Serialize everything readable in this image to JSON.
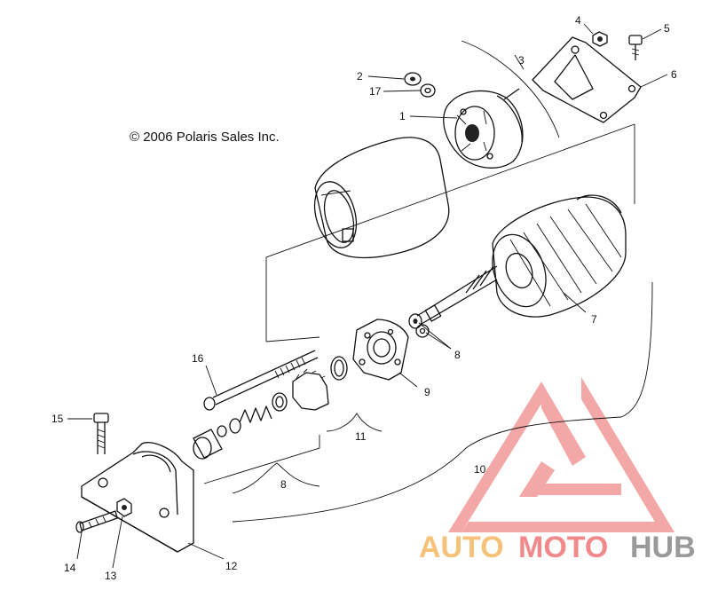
{
  "diagram": {
    "copyright": "© 2006 Polaris Sales Inc.",
    "callouts": [
      "1",
      "2",
      "3",
      "4",
      "5",
      "6",
      "7",
      "8",
      "8",
      "9",
      "10",
      "11",
      "12",
      "13",
      "14",
      "15",
      "16",
      "17"
    ]
  },
  "watermark": {
    "text_part1": "AUTO",
    "text_part2": "MOTO",
    "text_part3": "HUB",
    "color_orange": "#f6c27a",
    "color_red": "#f08a8a",
    "color_gray": "#9a9a9a"
  }
}
